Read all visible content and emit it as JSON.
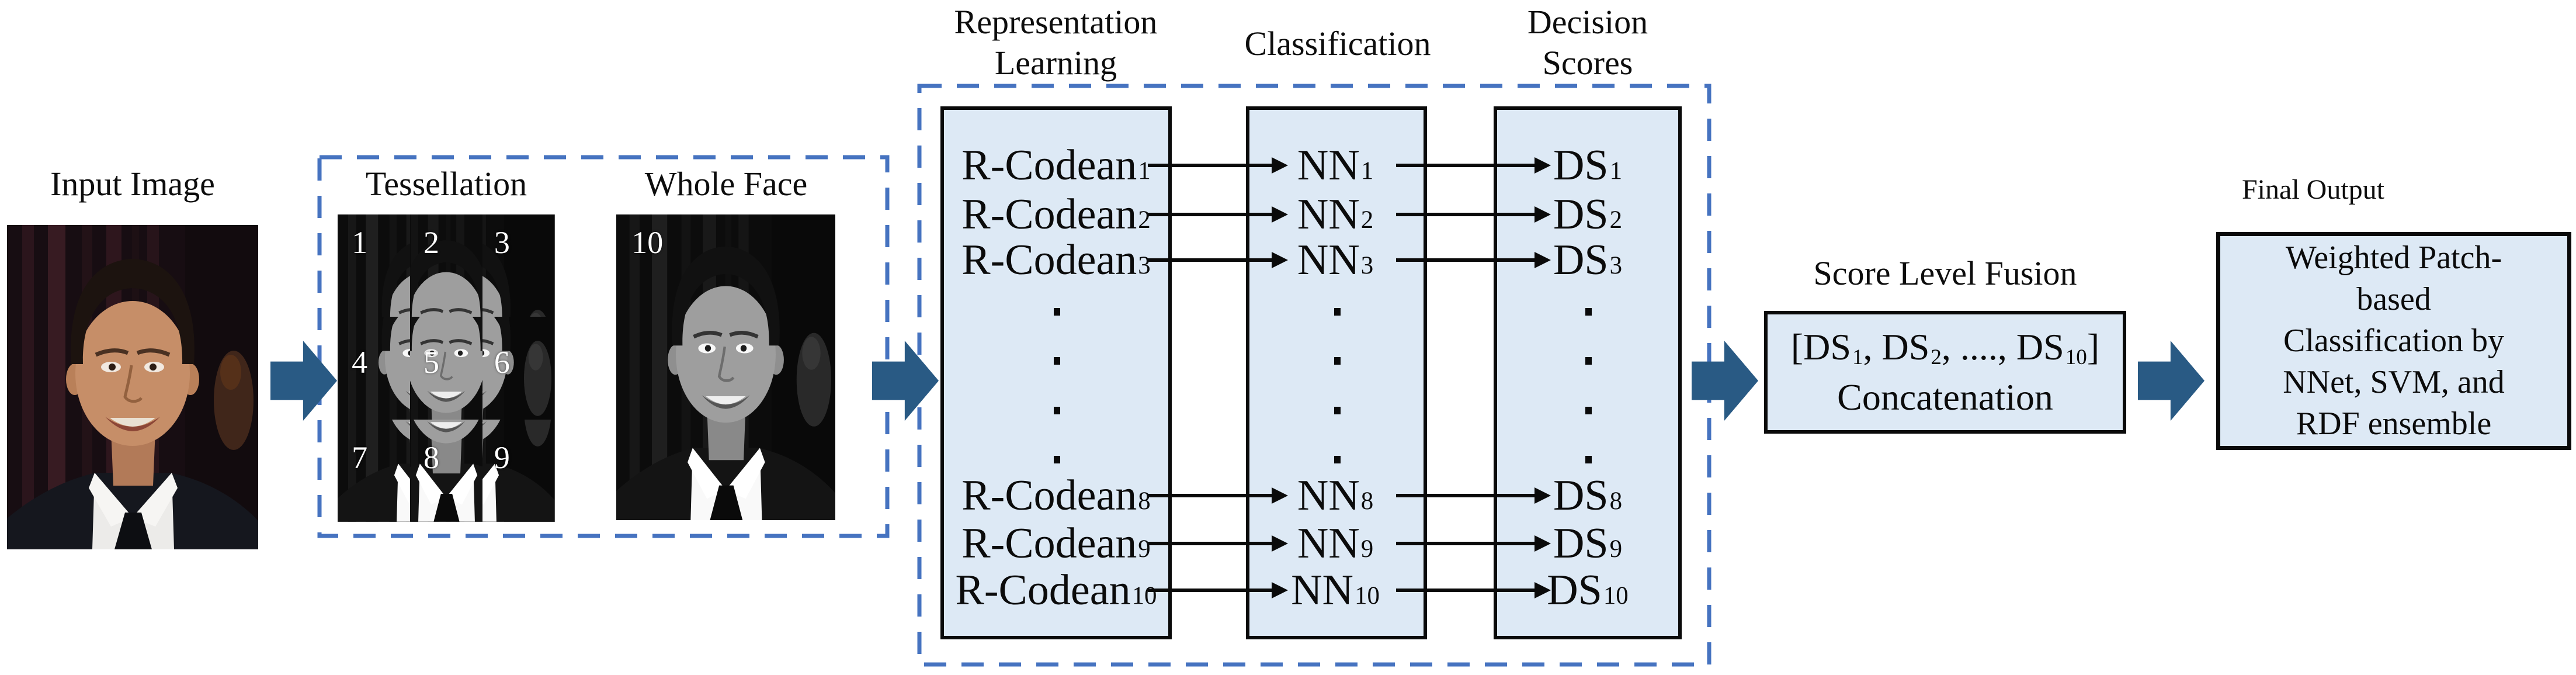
{
  "input": {
    "title": "Input Image"
  },
  "tessellation": {
    "title": "Tessellation",
    "patch_numbers": [
      "1",
      "2",
      "3",
      "4",
      "5",
      "6",
      "7",
      "8",
      "9"
    ]
  },
  "whole_face": {
    "title": "Whole Face",
    "number": "10"
  },
  "pipeline": {
    "representation_label": "Representation\nLearning",
    "classification_label": "Classification",
    "decision_label": "Decision\nScores",
    "rows": [
      {
        "r_base": "R-Codean",
        "r_sub": "1",
        "nn_base": "NN",
        "nn_sub": "1",
        "ds_base": "DS",
        "ds_sub": "1"
      },
      {
        "r_base": "R-Codean",
        "r_sub": "2",
        "nn_base": "NN",
        "nn_sub": "2",
        "ds_base": "DS",
        "ds_sub": "2"
      },
      {
        "r_base": "R-Codean",
        "r_sub": "3",
        "nn_base": "NN",
        "nn_sub": "3",
        "ds_base": "DS",
        "ds_sub": "3"
      },
      {
        "r_base": "R-Codean",
        "r_sub": "8",
        "nn_base": "NN",
        "nn_sub": "8",
        "ds_base": "DS",
        "ds_sub": "8"
      },
      {
        "r_base": "R-Codean",
        "r_sub": "9",
        "nn_base": "NN",
        "nn_sub": "9",
        "ds_base": "DS",
        "ds_sub": "9"
      },
      {
        "r_base": "R-Codean",
        "r_sub": "10",
        "nn_base": "NN",
        "nn_sub": "10",
        "ds_base": "DS",
        "ds_sub": "10"
      }
    ]
  },
  "fusion": {
    "title": "Score Level Fusion",
    "p1": "[DS",
    "s1": "1",
    "p2": ", DS",
    "s2": "2",
    "p3": ", ...., DS",
    "s3": "10",
    "p4": "]",
    "line2": "Concatenation"
  },
  "final": {
    "title": "Final Output",
    "text": "Weighted Patch-\nbased\nClassification by\nNNet, SVM, and\nRDF ensemble"
  },
  "colors": {
    "box_fill": "#dde9f5",
    "dashed_border": "#4673c0",
    "arrow_blue": "#295a84",
    "line_black": "#0a0a0a"
  }
}
